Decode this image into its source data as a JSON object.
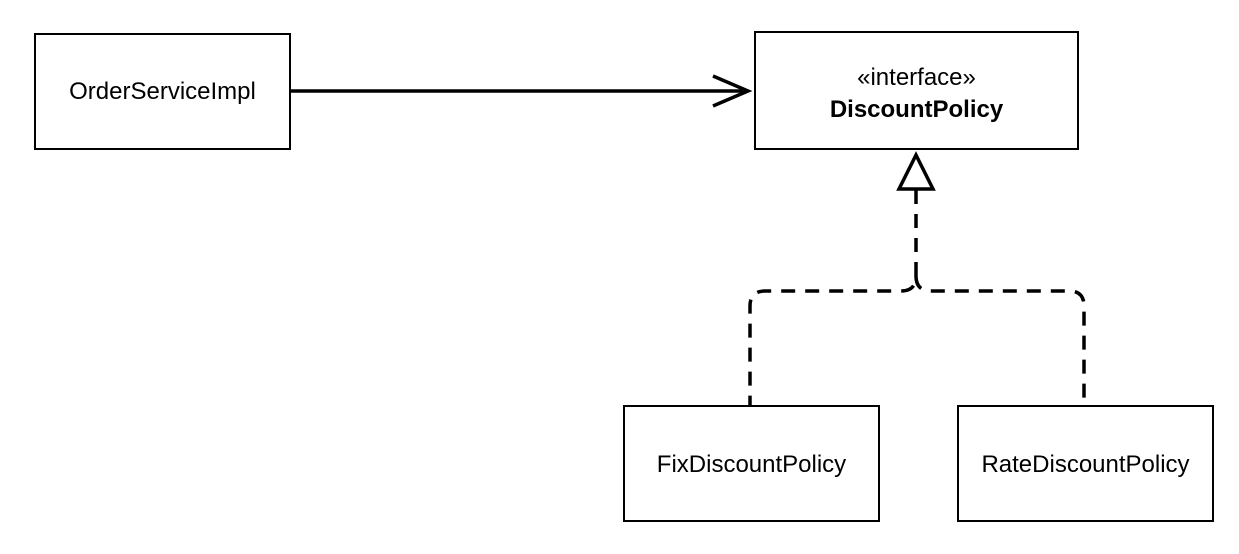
{
  "nodes": {
    "order_service_impl": {
      "label": "OrderServiceImpl"
    },
    "discount_policy": {
      "stereotype": "«interface»",
      "name": "DiscountPolicy"
    },
    "fix_discount_policy": {
      "label": "FixDiscountPolicy"
    },
    "rate_discount_policy": {
      "label": "RateDiscountPolicy"
    }
  },
  "edges": [
    {
      "from": "OrderServiceImpl",
      "to": "DiscountPolicy",
      "type": "dependency"
    },
    {
      "from": "FixDiscountPolicy",
      "to": "DiscountPolicy",
      "type": "realization"
    },
    {
      "from": "RateDiscountPolicy",
      "to": "DiscountPolicy",
      "type": "realization"
    }
  ],
  "colors": {
    "stroke": "#000000",
    "background": "#ffffff"
  }
}
